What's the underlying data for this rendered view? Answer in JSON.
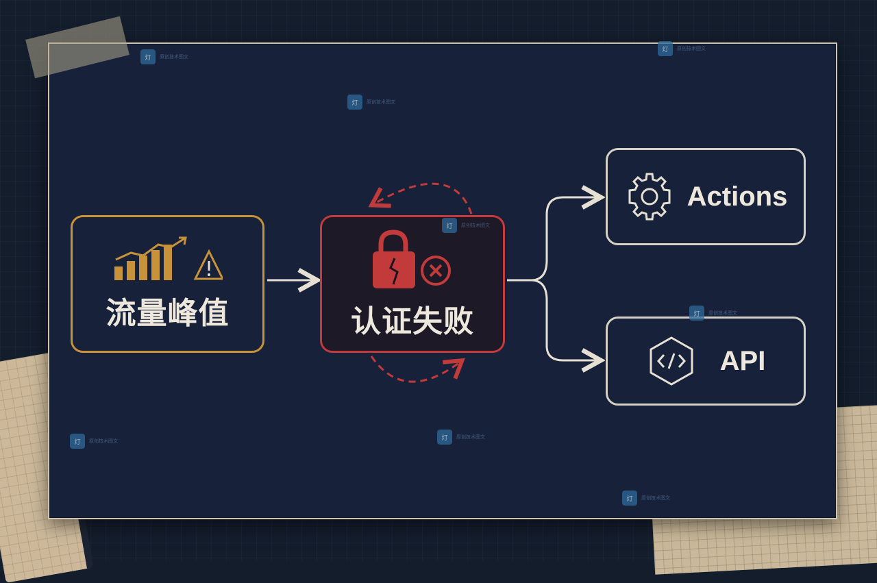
{
  "diagram": {
    "nodes": {
      "traffic": {
        "label": "流量峰值",
        "icon": "bar-chart-trend-warning-icon",
        "color": "#c8923a"
      },
      "auth": {
        "label": "认证失败",
        "icon": "broken-lock-error-icon",
        "color": "#c23a3a"
      },
      "actions": {
        "label": "Actions",
        "icon": "gear-icon",
        "color": "#d6d1c6"
      },
      "api": {
        "label": "API",
        "icon": "code-hexagon-icon",
        "color": "#d6d1c6"
      }
    },
    "edges": [
      {
        "from": "traffic",
        "to": "auth"
      },
      {
        "from": "auth",
        "to": "actions"
      },
      {
        "from": "auth",
        "to": "api"
      }
    ]
  },
  "watermarks": [
    {
      "text": "",
      "sub": "原创技术图文"
    },
    {
      "text": "",
      "sub": "原创技术图文"
    },
    {
      "text": "",
      "sub": "原创技术图文"
    },
    {
      "text": "",
      "sub": "原创技术图文"
    },
    {
      "text": "",
      "sub": "原创技术图文"
    },
    {
      "text": "",
      "sub": "原创技术图文"
    },
    {
      "text": "",
      "sub": "原创技术图文"
    },
    {
      "text": "",
      "sub": "原创技术图文"
    }
  ]
}
